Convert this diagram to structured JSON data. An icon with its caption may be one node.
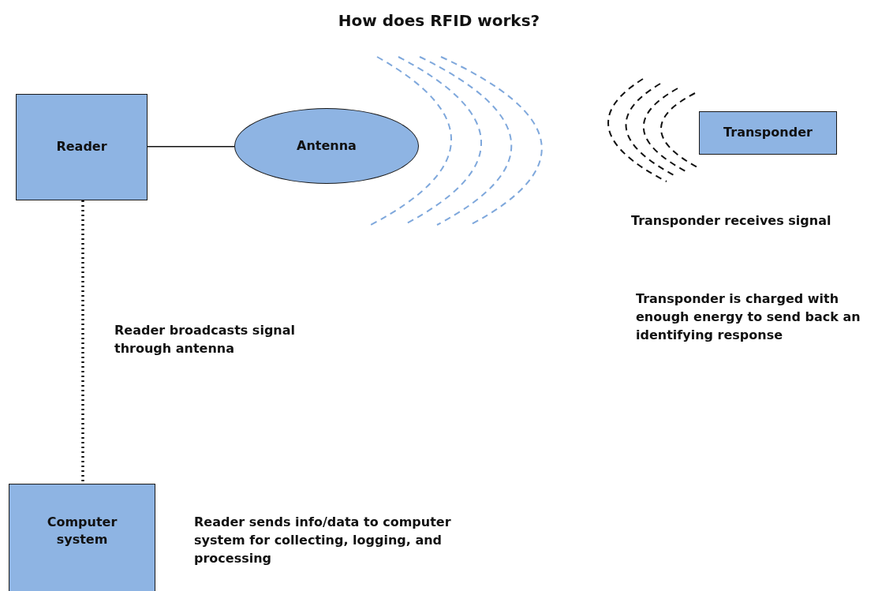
{
  "diagram": {
    "title": "How does RFID works?",
    "nodes": [
      {
        "text": [
          "Reader"
        ]
      },
      {
        "text": [
          "Antenna"
        ]
      },
      {
        "text": [
          "Transponder"
        ]
      },
      {
        "text": [
          "Computer system"
        ]
      }
    ],
    "edges": [
      {
        "from": 0,
        "to": 1,
        "arrow": "none"
      },
      {
        "from": 0,
        "to": 3,
        "arrow": "none",
        "style": "dashed"
      }
    ],
    "labels": [
      "Transponder receives signal",
      "Transponder is charged with enough energy to send back an identifying response",
      "Reader broadcasts signal through antenna",
      "Reader sends info/data to computer system for collecting, logging, and processing"
    ]
  }
}
